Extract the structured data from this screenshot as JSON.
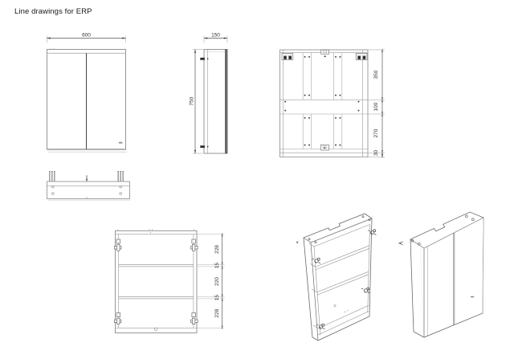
{
  "page": {
    "title": "Line drawings for ERP"
  },
  "dims": {
    "front_width": "600",
    "side_width": "150",
    "side_height": "750",
    "back_right": [
      "350",
      "100",
      "270",
      "30"
    ],
    "interior_right": [
      "228",
      "15",
      "220",
      "15",
      "228"
    ]
  },
  "colors": {
    "background": "#ffffff",
    "line": "#6a6a6a",
    "dim_text": "#333333"
  }
}
